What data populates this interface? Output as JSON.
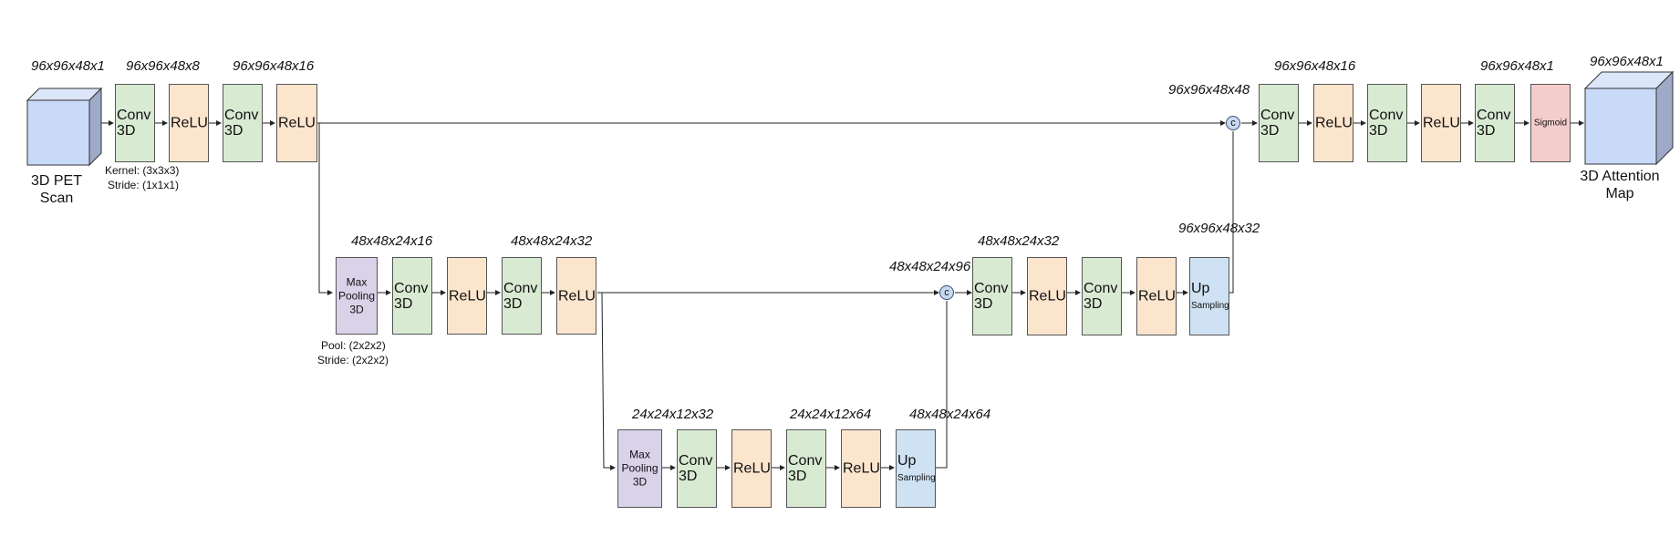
{
  "diagram": {
    "input": {
      "caption": "3D PET\nScan",
      "dim": "96x96x48x1"
    },
    "output": {
      "caption": "3D Attention\nMap",
      "dim": "96x96x48x1"
    },
    "encoder1": {
      "dim_a": "96x96x48x8",
      "dim_b": "96x96x48x16",
      "conv_a": "Conv\n3D",
      "relu_a": "ReLU",
      "conv_b": "Conv\n3D",
      "relu_b": "ReLU",
      "kernel_note": "Kernel: (3x3x3)",
      "stride_note": "Stride: (1x1x1)"
    },
    "encoder2": {
      "dim_a": "48x48x24x16",
      "dim_b": "48x48x24x32",
      "pool": "Max\nPooling\n3D",
      "conv_a": "Conv\n3D",
      "relu_a": "ReLU",
      "conv_b": "Conv\n3D",
      "relu_b": "ReLU",
      "pool_note": "Pool: (2x2x2)",
      "stride_note": "Stride: (2x2x2)"
    },
    "bottleneck": {
      "dim_a": "24x24x12x32",
      "dim_b": "24x24x12x64",
      "dim_up": "48x48x24x64",
      "pool": "Max\nPooling\n3D",
      "conv_a": "Conv\n3D",
      "relu_a": "ReLU",
      "conv_b": "Conv\n3D",
      "relu_b": "ReLU",
      "up_a": "Up",
      "up_b": "Sampling"
    },
    "decoder2": {
      "concat_dim": "48x48x24x96",
      "dim": "48x48x24x32",
      "dim_up": "96x96x48x32",
      "conv_a": "Conv\n3D",
      "relu_a": "ReLU",
      "conv_b": "Conv\n3D",
      "relu_b": "ReLU",
      "up_a": "Up",
      "up_b": "Sampling"
    },
    "decoder1": {
      "concat_dim": "96x96x48x48",
      "dim_a": "96x96x48x16",
      "dim_b": "96x96x48x1",
      "conv_a": "Conv\n3D",
      "relu_a": "ReLU",
      "conv_b": "Conv\n3D",
      "relu_b": "ReLU",
      "conv_c": "Conv\n3D",
      "sigmoid": "Sigmoid"
    },
    "concat_symbol": "c"
  },
  "colors": {
    "conv": "#d9ead3",
    "relu": "#fce5cd",
    "pool": "#d9d2e9",
    "upsample": "#cfe2f3",
    "sigmoid": "#f4cccc",
    "cube": "#c9daf8",
    "concat": "#c6d9f1"
  }
}
